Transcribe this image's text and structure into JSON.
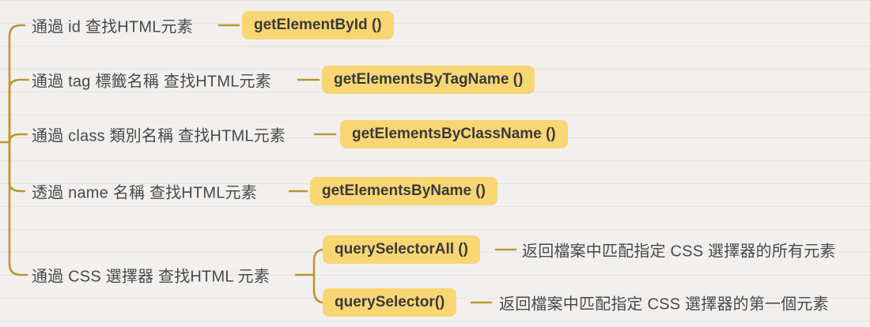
{
  "palette": {
    "line_color": "#b8982d",
    "box_bg": "#f8d674",
    "box_text": "#3a3a3a",
    "label_text": "#4a4a4a",
    "background": "#f2f0ee"
  },
  "nodes": [
    {
      "label": "通過 id 查找HTML元素",
      "method": "getElementById ()"
    },
    {
      "label": "通過 tag 標籤名稱 查找HTML元素",
      "method": "getElementsByTagName ()"
    },
    {
      "label": "通過 class 類別名稱 查找HTML元素",
      "method": "getElementsByClassName ()"
    },
    {
      "label": "透過 name 名稱 查找HTML元素",
      "method": "getElementsByName ()"
    },
    {
      "label": "通過 CSS 選擇器 查找HTML 元素",
      "children": [
        {
          "method": "querySelectorAll ()",
          "description": "返回檔案中匹配指定 CSS 選擇器的所有元素"
        },
        {
          "method": "querySelector()",
          "description": "返回檔案中匹配指定 CSS 選擇器的第一個元素"
        }
      ]
    }
  ]
}
